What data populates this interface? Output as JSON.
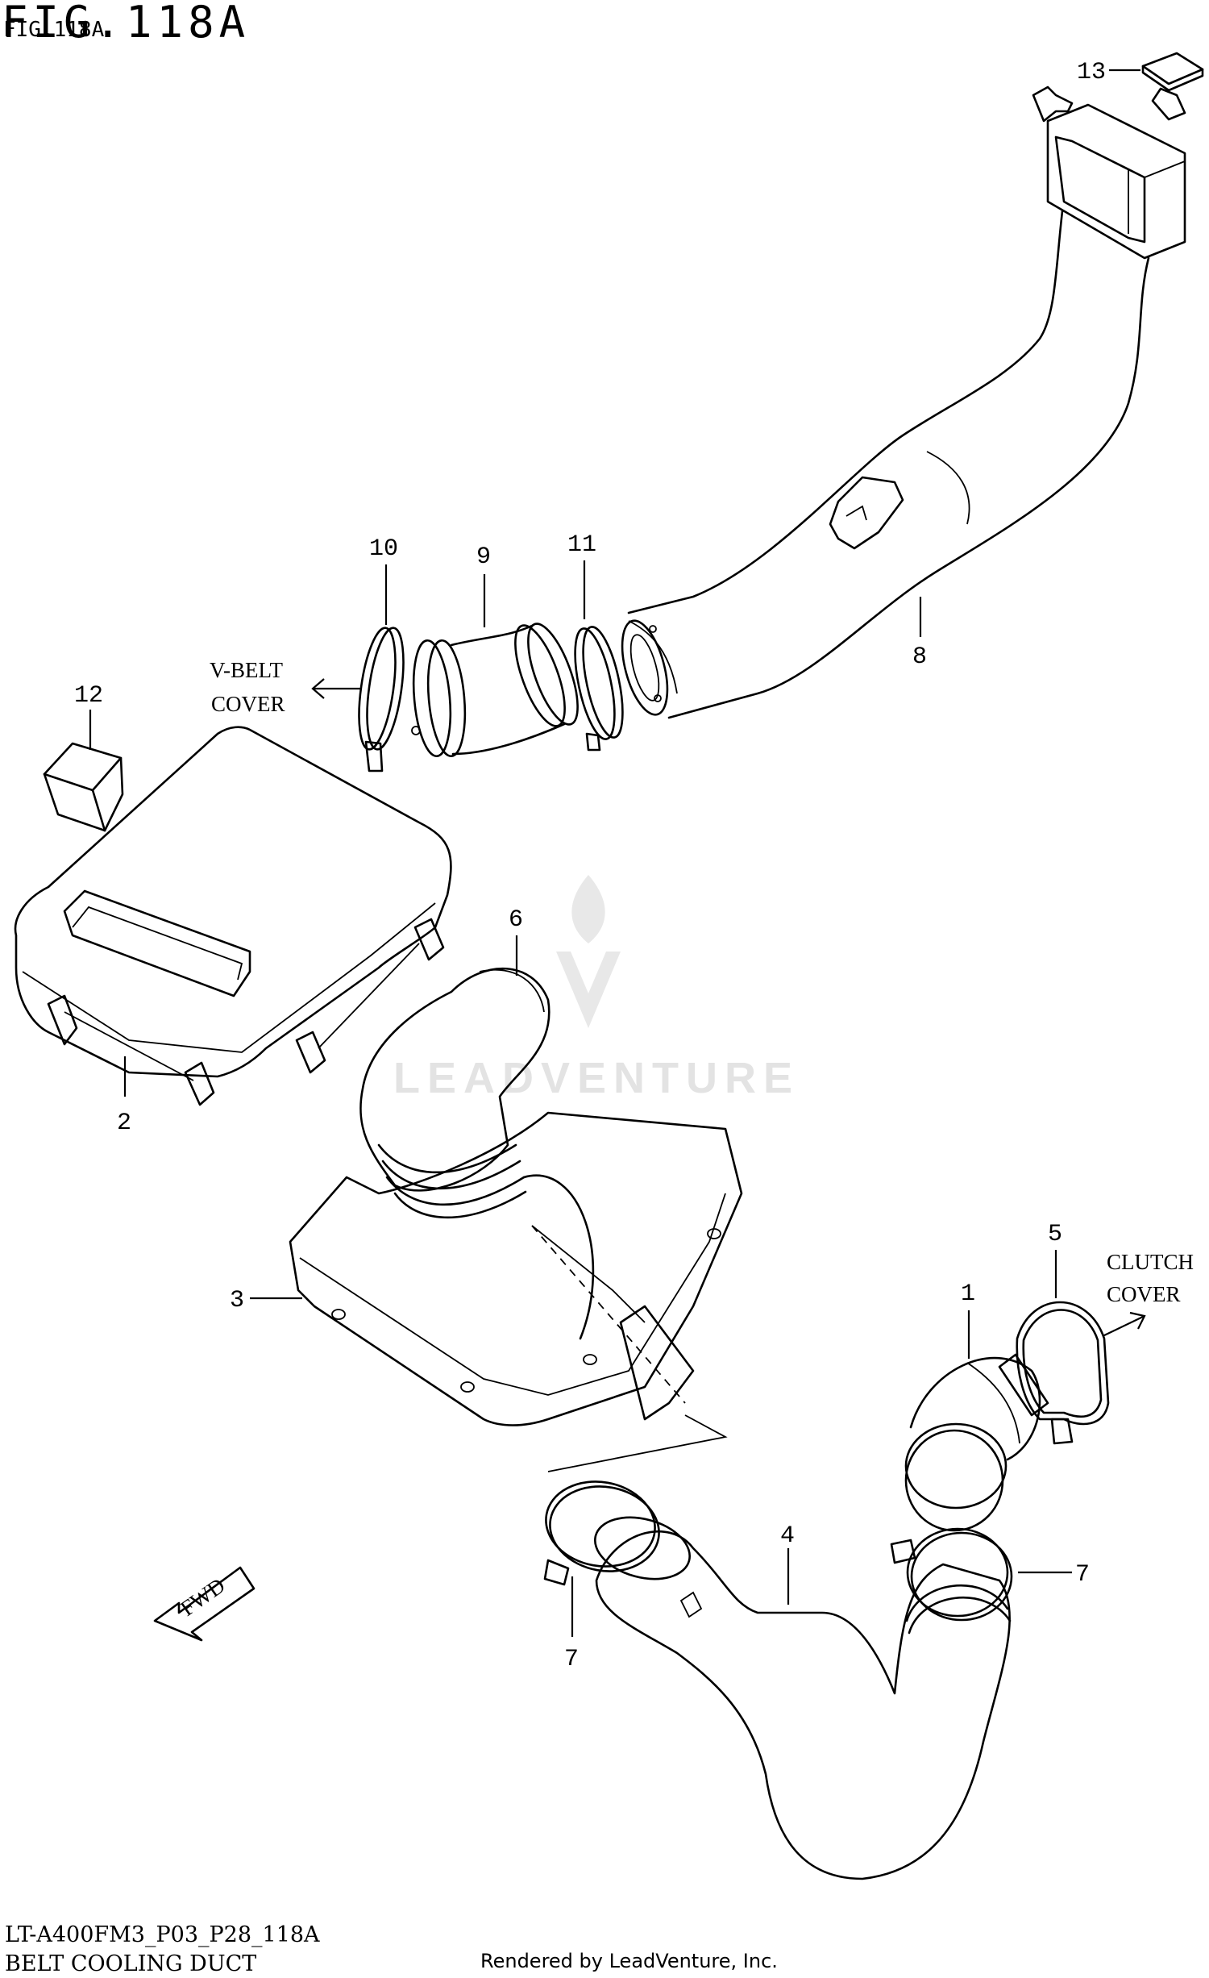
{
  "figure": {
    "title": "FIG.118A",
    "title_small": "FIG.118A"
  },
  "callouts": {
    "c1": "1",
    "c2": "2",
    "c3": "3",
    "c4": "4",
    "c5": "5",
    "c6": "6",
    "c7a": "7",
    "c7b": "7",
    "c8": "8",
    "c9": "9",
    "c10": "10",
    "c11": "11",
    "c12": "12",
    "c13": "13"
  },
  "notes": {
    "vbelt_line1": "V-BELT",
    "vbelt_line2": "COVER",
    "clutch_line1": "CLUTCH",
    "clutch_line2": "COVER",
    "fwd": "FWD"
  },
  "watermark": {
    "text": "LEADVENTURE"
  },
  "footer": {
    "code": "LT-A400FM3_P03_P28_118A",
    "name": "BELT COOLING DUCT",
    "rendered_by": "Rendered by LeadVenture, Inc."
  },
  "colors": {
    "line": "#000000",
    "background": "#ffffff",
    "watermark": "#e3e3e3"
  }
}
